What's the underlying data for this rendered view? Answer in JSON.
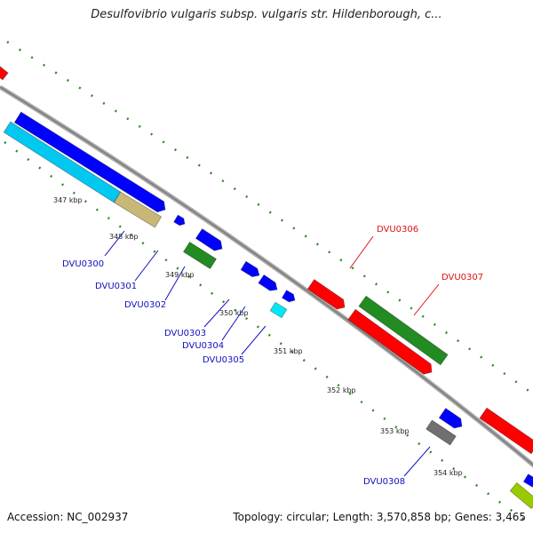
{
  "title": "Desulfovibrio vulgaris subsp. vulgaris str. Hildenborough, c...",
  "footer": {
    "accession": "Accession: NC_002937",
    "summary": "Topology: circular; Length: 3,570,858 bp; Genes: 3,465"
  },
  "colors": {
    "backbone": "#909090",
    "tick": "#2e8b22",
    "label_blue": "#1010c0",
    "label_red": "#e01010"
  },
  "ticks": [
    "347 kbp",
    "348 kbp",
    "349 kbp",
    "350 kbp",
    "351 kbp",
    "352 kbp",
    "353 kbp",
    "354 kbp"
  ],
  "labels": [
    {
      "text": "DVU0300",
      "color": "blue"
    },
    {
      "text": "DVU0301",
      "color": "blue"
    },
    {
      "text": "DVU0302",
      "color": "blue"
    },
    {
      "text": "DVU0303",
      "color": "blue"
    },
    {
      "text": "DVU0304",
      "color": "blue"
    },
    {
      "text": "DVU0305",
      "color": "blue"
    },
    {
      "text": "DVU0306",
      "color": "red"
    },
    {
      "text": "DVU0307",
      "color": "red"
    },
    {
      "text": "DVU0308",
      "color": "blue"
    }
  ]
}
